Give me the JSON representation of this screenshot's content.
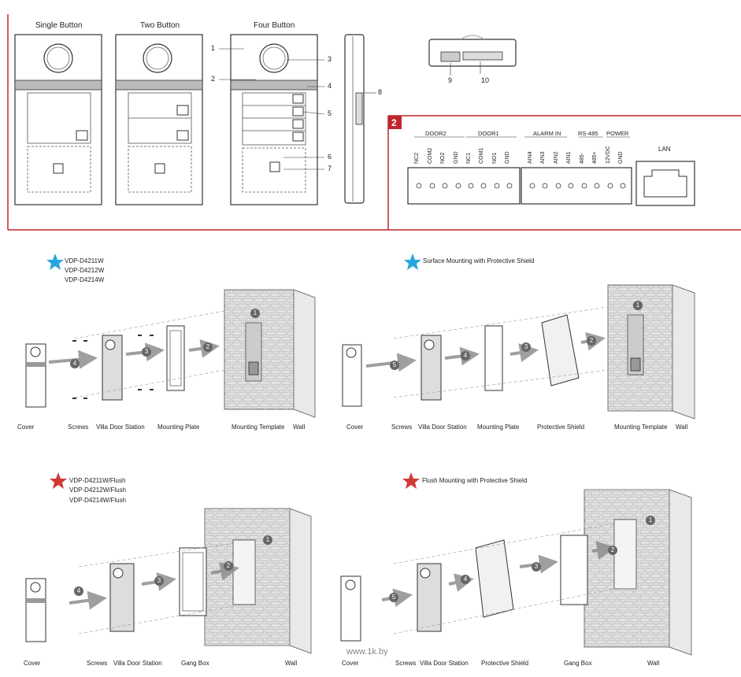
{
  "panel1": {
    "titles": [
      "Single Button",
      "Two Button",
      "Four Button"
    ],
    "callouts": [
      "1",
      "2",
      "3",
      "4",
      "5",
      "6",
      "7",
      "8",
      "9",
      "10"
    ]
  },
  "panel2": {
    "badge": "2",
    "groups": [
      "DOOR2",
      "DOOR1",
      "ALARM IN",
      "RS-485",
      "POWER"
    ],
    "terminals": [
      "NC2",
      "COM2",
      "NO2",
      "GND",
      "NC1",
      "COM1",
      "NO1",
      "GND",
      "AIN4",
      "AIN3",
      "AIN2",
      "AIN1",
      "485-",
      "485+",
      "12VDC",
      "GND"
    ],
    "lan": "LAN"
  },
  "sections": [
    {
      "models": [
        "VDP-D4211W",
        "VDP-D4212W",
        "VDP-D4214W"
      ],
      "labels": [
        "Cover",
        "Screws",
        "Villa Door Station",
        "Mounting Plate",
        "Mounting Template",
        "Wall"
      ],
      "steps": [
        "4",
        "3",
        "2",
        "1"
      ]
    },
    {
      "title": "Surface Mounting with Protective Shield",
      "labels": [
        "Cover",
        "Screws",
        "Villa Door Station",
        "Mounting Plate",
        "Protective Shield",
        "Mounting Template",
        "Wall"
      ],
      "steps": [
        "5",
        "4",
        "3",
        "2",
        "1"
      ]
    },
    {
      "models": [
        "VDP-D4211W/Flush",
        "VDP-D4212W/Flush",
        "VDP-D4214W/Flush"
      ],
      "labels": [
        "Cover",
        "Screws",
        "Villa Door Station",
        "Gang Box",
        "Wall"
      ],
      "steps": [
        "4",
        "3",
        "2",
        "1"
      ]
    },
    {
      "title": "Flush Mounting with Protective Shield",
      "labels": [
        "Cover",
        "Screws",
        "Villa Door Station",
        "Protective Shield",
        "Gang Box",
        "Wall"
      ],
      "steps": [
        "5",
        "4",
        "3",
        "2",
        "1"
      ]
    }
  ],
  "watermark": "www.1k.by",
  "colors": {
    "accent": "#c0262c",
    "blue_star": "#2aa6de",
    "red_star": "#d03a36",
    "step": "#666666"
  }
}
